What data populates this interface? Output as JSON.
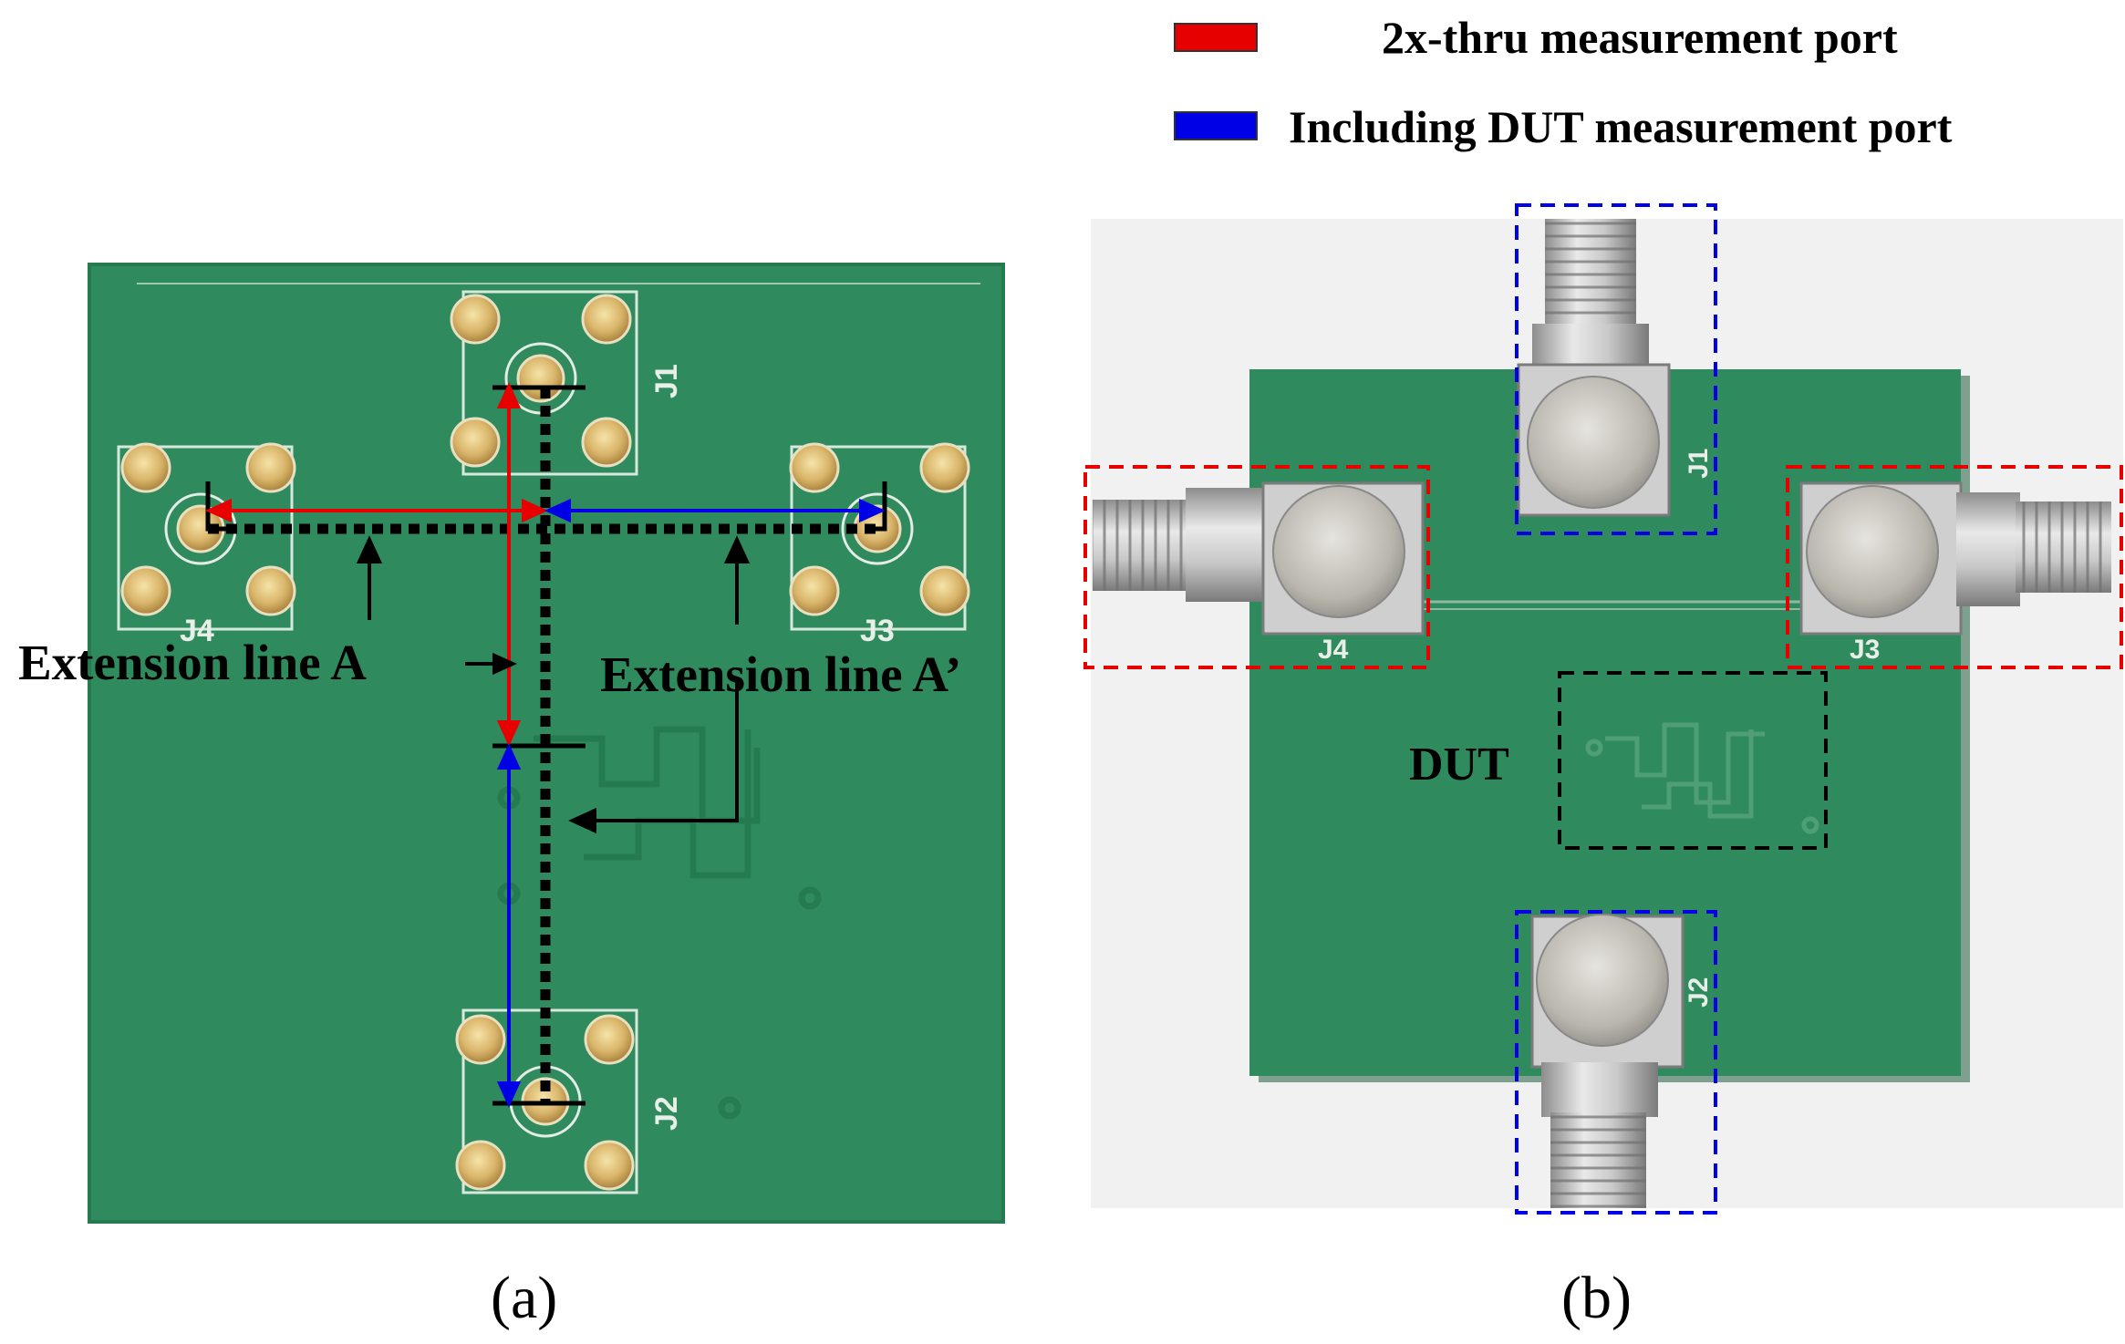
{
  "legend": {
    "red_label": "2x-thru measurement port",
    "blue_label": "Including DUT measurement port",
    "red_color": "#e60000",
    "blue_color": "#0000e6"
  },
  "panel_a": {
    "caption": "(a)",
    "ext_a": "Extension line A",
    "ext_a_prime": "Extension line A’",
    "silk": {
      "j1": "J1",
      "j2": "J2",
      "j3": "J3",
      "j4": "J4"
    }
  },
  "panel_b": {
    "caption": "(b)",
    "dut": "DUT",
    "silk": {
      "j1": "J1",
      "j2": "J2",
      "j3": "J3",
      "j4": "J4"
    }
  },
  "colors": {
    "pcb": "#2f8a5e",
    "pcb_edge": "#267a50",
    "pad": "#d8b46a",
    "connector": "#c9c9c9"
  }
}
